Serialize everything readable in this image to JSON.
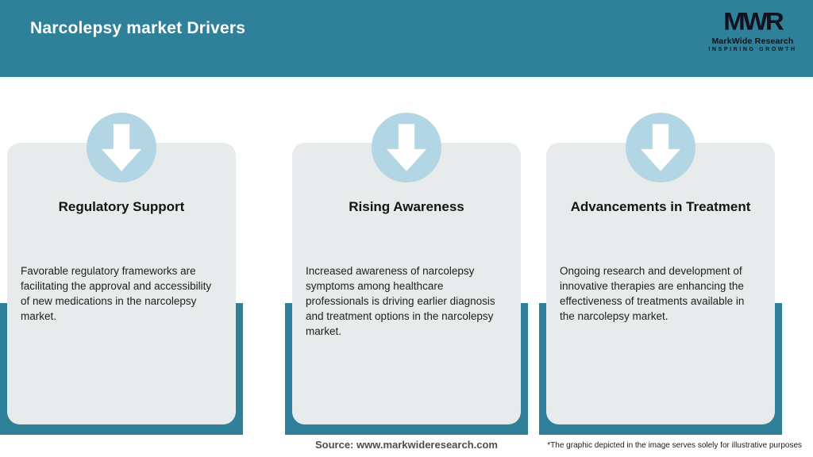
{
  "header": {
    "title": "Narcolepsy market Drivers",
    "logo": {
      "monogram": "MWR",
      "name": "MarkWide Research",
      "tagline": "INSPIRING GROWTH"
    }
  },
  "cards": [
    {
      "title": "Rising Awareness",
      "body": "Increased awareness of narcolepsy symptoms among healthcare professionals is driving earlier diagnosis and treatment options in the narcolepsy market."
    },
    {
      "title": "Advancements in Treatment",
      "body": "Ongoing research and development of innovative therapies are enhancing the effectiveness of treatments available in the narcolepsy market."
    },
    {
      "title": "Regulatory Support",
      "body": "Favorable regulatory frameworks are facilitating the approval and accessibility of new medications in the narcolepsy market."
    }
  ],
  "footer": {
    "source": "Source: www.markwideresearch.com",
    "disclaimer": "*The graphic depicted in the image serves solely for illustrative purposes"
  },
  "icons": {
    "card_icon": "down-arrow-icon"
  },
  "colors": {
    "teal": "#2E8199",
    "card_bg": "#E8EBEC",
    "circle": "#B2D6E3",
    "title_text": "#FFFFFF",
    "body_text": "#1E1E1E"
  }
}
